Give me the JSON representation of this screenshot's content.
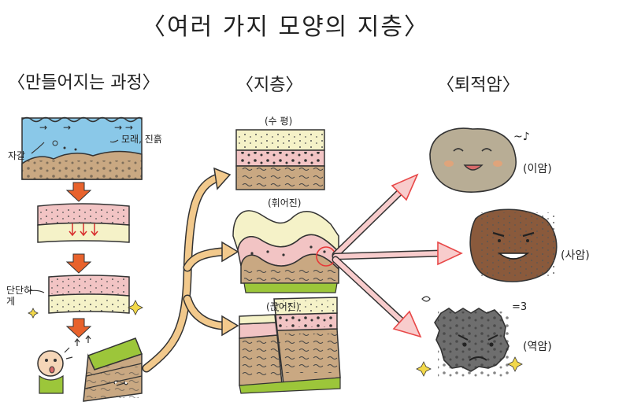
{
  "title": "〈여러 가지 모양의 지층〉",
  "sections": {
    "process": "〈만들어지는 과정〉",
    "strata": "〈지층〉",
    "rocks": "〈퇴적암〉"
  },
  "process_labels": {
    "gravel": "자갈",
    "sand_mud": "모래, 진흙",
    "harden": "단단하게"
  },
  "strata_labels": {
    "horizontal": "(수 평)",
    "folded": "(휘어진)",
    "faulted": "(끊어진)"
  },
  "rock_labels": {
    "mudstone": "(이암)",
    "sandstone": "(사암)",
    "conglomerate": "(역암)"
  },
  "colors": {
    "water": "#8ac8e8",
    "sand_layer": "#f5f2c8",
    "pink_layer": "#f2c4c4",
    "brown_layer": "#c9a882",
    "grass": "#9cc63a",
    "orange_arrow": "#e8622c",
    "tan_arrow": "#f2c98c",
    "red_arrow": "#e88a8a",
    "mudstone": "#b8ad95",
    "sandstone": "#8a5a3c",
    "conglomerate": "#6e6e6e"
  }
}
